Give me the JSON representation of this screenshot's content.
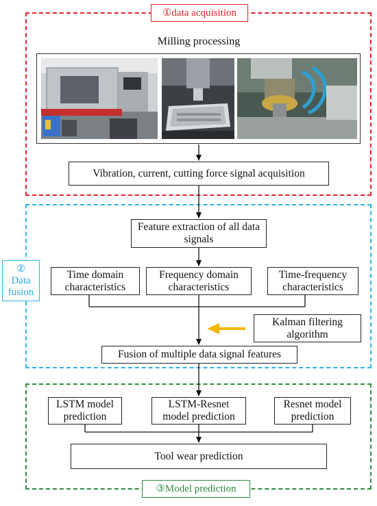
{
  "sections": {
    "acquisition": "①data acquisition",
    "fusion_num": "②",
    "fusion_text": "Data fusion",
    "prediction": "③Model prediction"
  },
  "milling_title": "Milling processing",
  "boxes": {
    "signal_acquisition": "Vibration, current, cutting force signal acquisition",
    "feature_extraction": "Feature extraction of all data signals",
    "time_domain": "Time domain characteristics",
    "frequency_domain": "Frequency domain characteristics",
    "time_frequency": "Time-frequency characteristics",
    "kalman": "Kalman filtering algorithm",
    "fusion_features": "Fusion of multiple data signal features",
    "lstm": "LSTM model prediction",
    "lstm_resnet": "LSTM-Resnet model prediction",
    "resnet": "Resnet model prediction",
    "tool_wear": "Tool wear prediction"
  },
  "colors": {
    "acquisition": "#e0202a",
    "fusion": "#28b4e6",
    "prediction": "#2e8a3e",
    "kalman_arrow": "#f5b400"
  },
  "images": [
    "milling-machine-photo",
    "spindle-workpiece-photo",
    "cutting-tool-coolant-photo"
  ]
}
